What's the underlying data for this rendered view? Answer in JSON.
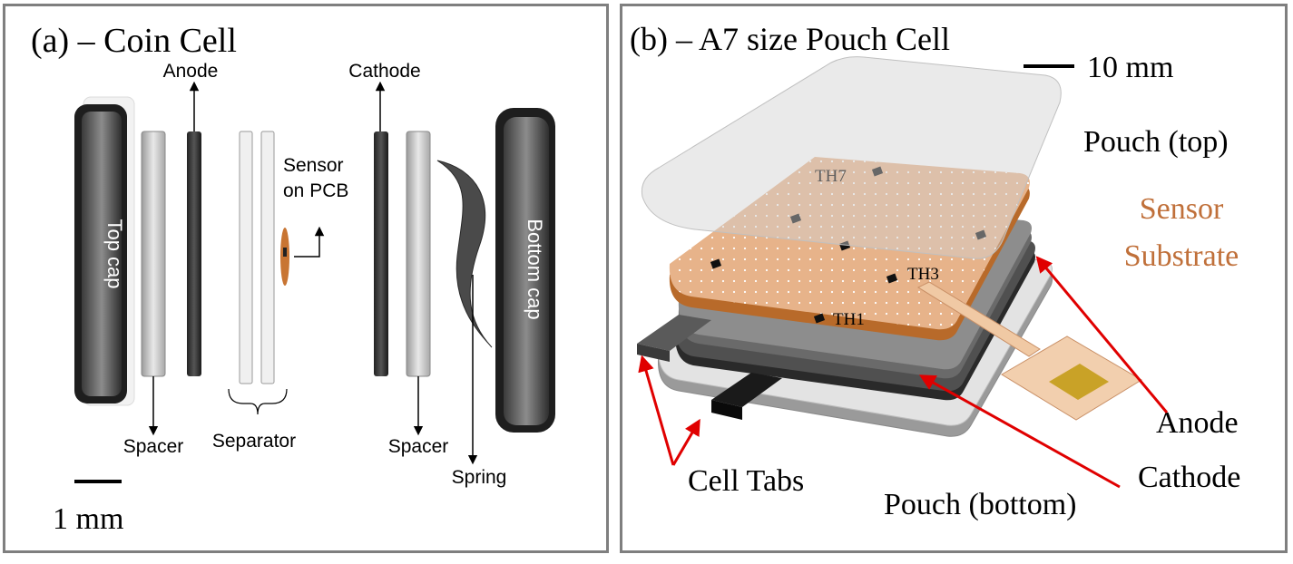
{
  "panel_a": {
    "title": "(a) – Coin Cell",
    "labels": {
      "anode": "Anode",
      "cathode": "Cathode",
      "sensor_line1": "Sensor",
      "sensor_line2": "on PCB",
      "spacer_left": "Spacer",
      "separator": "Separator",
      "spacer_right": "Spacer",
      "spring": "Spring",
      "top_cap": "Top cap",
      "bottom_cap": "Bottom cap"
    },
    "scale_bar": "1 mm"
  },
  "panel_b": {
    "title": "(b) – A7 size Pouch Cell",
    "scale_bar": "10 mm",
    "labels": {
      "pouch_top": "Pouch (top)",
      "sensor_line1": "Sensor",
      "sensor_line2": "Substrate",
      "anode": "Anode",
      "cathode": "Cathode",
      "pouch_bottom": "Pouch (bottom)",
      "cell_tabs": "Cell Tabs",
      "th7": "TH7",
      "th3": "TH3",
      "th1": "TH1"
    }
  },
  "colors": {
    "frame": "#7f7f7f",
    "sensor_orange": "#c87533",
    "sensor_label": "#c0703a",
    "arrow_red": "#e00000",
    "gold_pad": "#c9a227"
  }
}
